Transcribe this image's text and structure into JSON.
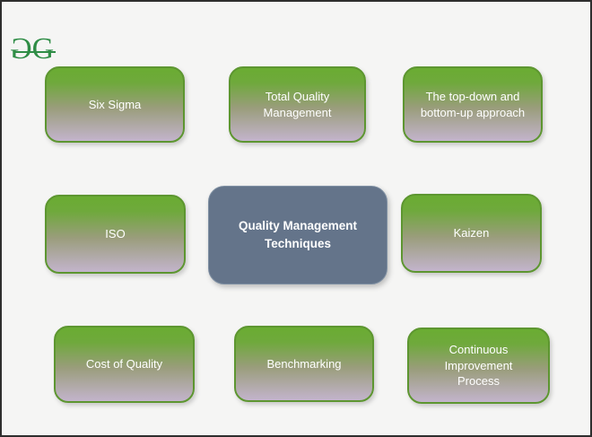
{
  "page": {
    "background_color": "#f5f5f4",
    "border_color": "#2e2e2e"
  },
  "logo": {
    "name": "geeksforgeeks-logo",
    "left_letter": "G",
    "right_letter": "G",
    "color": "#2f8d46"
  },
  "center_box": {
    "label": "Quality Management Techniques",
    "fill_color": "#64748a",
    "text_color": "#ffffff"
  },
  "technique_boxes": [
    {
      "label": "Six Sigma"
    },
    {
      "label": "Total Quality Management"
    },
    {
      "label": "The top-down and bottom-up approach"
    },
    {
      "label": "ISO"
    },
    {
      "label": "Kaizen"
    },
    {
      "label": "Cost of Quality"
    },
    {
      "label": "Benchmarking"
    },
    {
      "label": "Continuous Improvement Process"
    }
  ],
  "technique_box_style": {
    "gradient_top": "#6aac32",
    "gradient_bottom": "#c3b4cc",
    "border_color": "#5d9630",
    "text_color": "#ffffff"
  }
}
